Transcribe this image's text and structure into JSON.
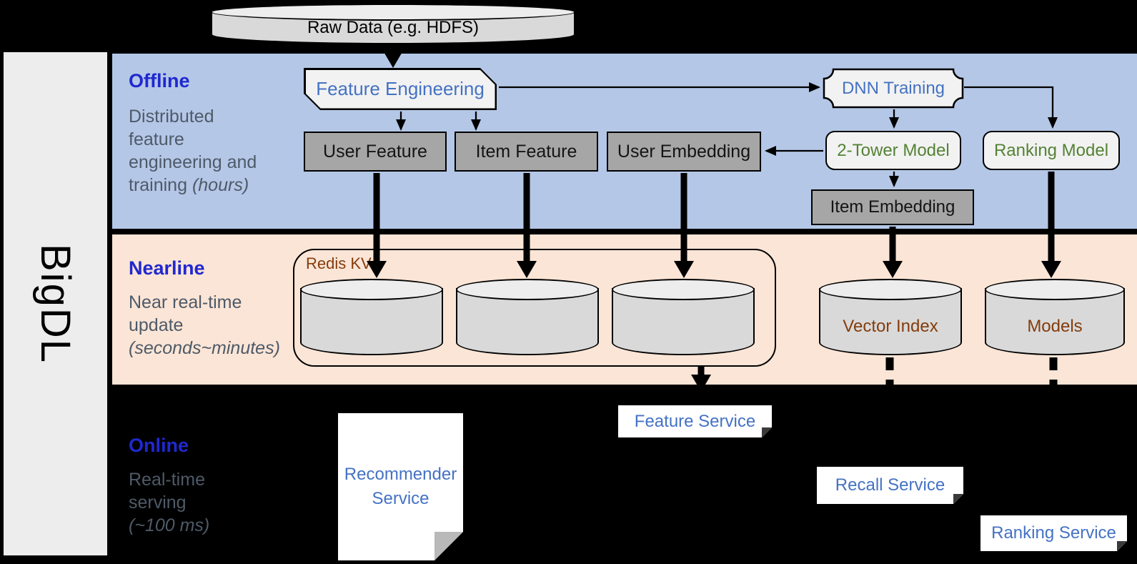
{
  "brand": {
    "label": "BigDL"
  },
  "data_source": {
    "label": "Raw Data (e.g. HDFS)"
  },
  "sections": {
    "offline": {
      "title": "Offline",
      "desc_line1": "Distributed",
      "desc_line2": "feature",
      "desc_line3": "engineering and",
      "desc_line4_normal": "training ",
      "desc_line4_italic": "(hours)"
    },
    "nearline": {
      "title": "Nearline",
      "desc_line1": "Near real-time",
      "desc_line2": "update",
      "desc_line3_italic": "(seconds~minutes)"
    },
    "online": {
      "title": "Online",
      "desc_line1": "Real-time",
      "desc_line2": "serving",
      "desc_line3_italic": "(~100 ms)"
    }
  },
  "offline_nodes": {
    "feature_engineering": "Feature Engineering",
    "dnn_training": "DNN Training",
    "user_feature": "User Feature",
    "item_feature": "Item Feature",
    "user_embedding": "User Embedding",
    "two_tower_model": "2-Tower Model",
    "ranking_model": "Ranking Model",
    "item_embedding": "Item Embedding"
  },
  "nearline_nodes": {
    "redis_kv_label": "Redis KV",
    "vector_index": "Vector Index",
    "models": "Models"
  },
  "online_nodes": {
    "recommender_service_line1": "Recommender",
    "recommender_service_line2": "Service",
    "feature_service": "Feature Service",
    "recall_service": "Recall Service",
    "ranking_service": "Ranking Service"
  },
  "palette": {
    "offline_band": "#b4c7e7",
    "nearline_band": "#fbe5d6",
    "online_band": "#000000",
    "node_gray": "#a6a6a6",
    "node_light": "#f2f2f2",
    "cylinder_body": "#d9d9d9",
    "cylinder_top": "#ededed",
    "blue_text": "#4472c4",
    "green_text": "#548235",
    "brown_text": "#843c0c",
    "section_title_blue": "#2028d0",
    "section_desc_gray": "#4e5a68",
    "sidebar_bg": "#ededed"
  }
}
